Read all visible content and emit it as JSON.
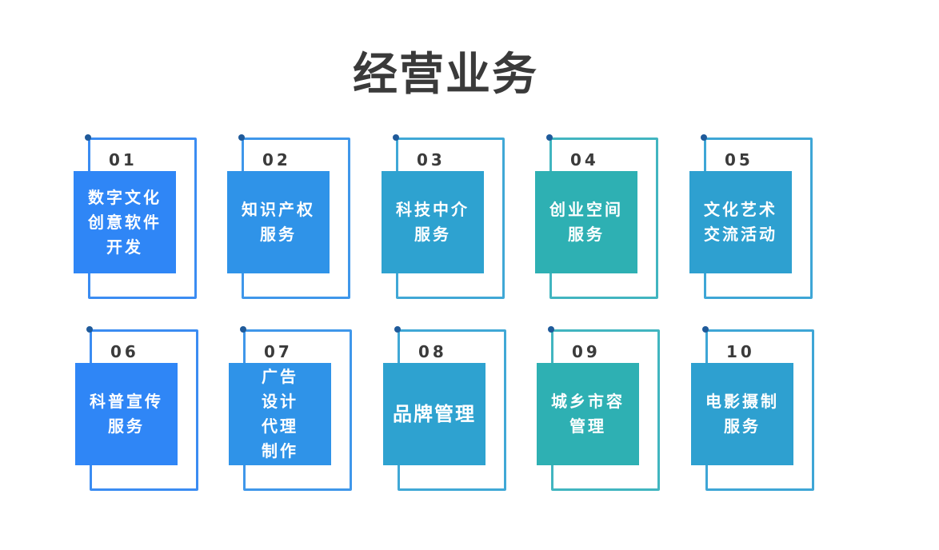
{
  "title": "经营业务",
  "items": [
    {
      "num": "01",
      "label": "数字文化\n创意软件\n开发",
      "fill": "#2f86f6",
      "border": "#3b8cf2"
    },
    {
      "num": "02",
      "label": "知识产权\n服务",
      "fill": "#2f93e8",
      "border": "#3f97ea"
    },
    {
      "num": "03",
      "label": "科技中介\n服务",
      "fill": "#2ea2d0",
      "border": "#40a8d6"
    },
    {
      "num": "04",
      "label": "创业空间\n服务",
      "fill": "#2eb0b3",
      "border": "#41b5c0"
    },
    {
      "num": "05",
      "label": "文化艺术\n交流活动",
      "fill": "#2ea0d0",
      "border": "#3ea6d6"
    },
    {
      "num": "06",
      "label": "科普宣传\n服务",
      "fill": "#2f86f6",
      "border": "#3b8cf2"
    },
    {
      "num": "07",
      "label": "广告\n设计\n代理\n制作",
      "fill": "#2f93e8",
      "border": "#3f97ea"
    },
    {
      "num": "08",
      "label": "品牌管理",
      "fill": "#2ea2d0",
      "border": "#40a8d6",
      "big": true
    },
    {
      "num": "09",
      "label": "城乡市容\n管理",
      "fill": "#2eb0b3",
      "border": "#41b5c0"
    },
    {
      "num": "10",
      "label": "电影摄制\n服务",
      "fill": "#2ea0d0",
      "border": "#3ea6d6"
    }
  ],
  "dot_color": "#1f5a9a"
}
